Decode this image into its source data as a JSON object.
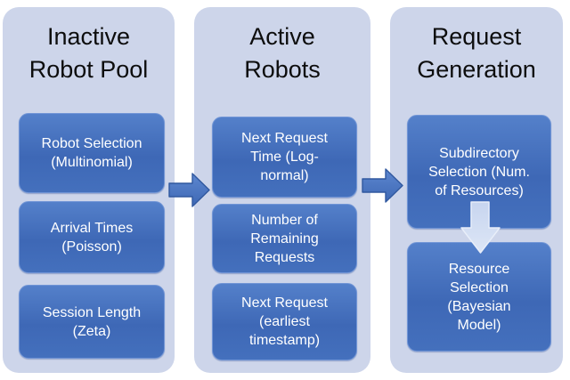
{
  "diagram": {
    "columns": [
      {
        "title": "Inactive\nRobot Pool",
        "boxes": [
          "Robot Selection\n(Multinomial)",
          "Arrival Times\n(Poisson)",
          "Session Length\n(Zeta)"
        ]
      },
      {
        "title": "Active\nRobots",
        "boxes": [
          "Next Request\nTime (Log-\nnormal)",
          "Number of\nRemaining\nRequests",
          "Next Request\n(earliest\ntimestamp)"
        ]
      },
      {
        "title": "Request\nGeneration",
        "boxes": [
          "Subdirectory\nSelection (Num.\nof Resources)",
          "Resource\nSelection\n(Bayesian\nModel)"
        ]
      }
    ],
    "arrows": [
      {
        "name": "inactive-pool-to-active-robots",
        "direction": "right"
      },
      {
        "name": "active-robots-to-request-generation",
        "direction": "right"
      },
      {
        "name": "subdirectory-to-resource-selection",
        "direction": "down"
      }
    ],
    "colors": {
      "background": "#ffffff",
      "panel": "#cdd5ea",
      "box_gradient_top": "#5480ca",
      "box_gradient_bottom": "#4470bd",
      "box_text": "#ffffff",
      "title_text": "#0d0d0d",
      "right_arrow_fill_top": "#5d87d0",
      "right_arrow_fill_bottom": "#3e68b4",
      "right_arrow_outline": "#30589f",
      "down_arrow_fill_top": "#c7d5ef",
      "down_arrow_fill_bottom": "#dde6f6",
      "down_arrow_outline": "#e8eef9"
    }
  }
}
